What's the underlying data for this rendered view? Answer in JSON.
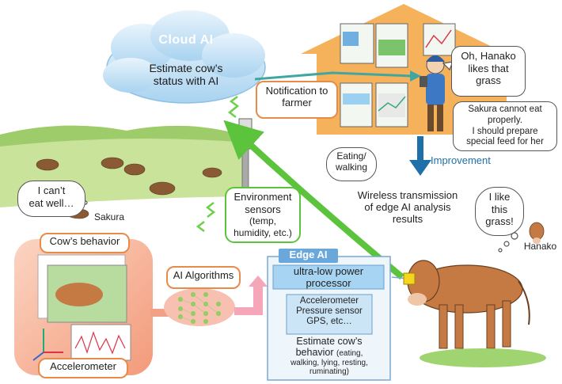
{
  "cloud": {
    "title": "Cloud AI",
    "line1": "Estimate cow’s",
    "line2": "status with AI"
  },
  "notification": {
    "line1": "Notification to",
    "line2": "farmer"
  },
  "farmer_speech": {
    "line1": "Oh, Hanako",
    "line2": "likes that",
    "line3": "grass"
  },
  "farmer_note": {
    "line1": "Sakura cannot eat",
    "line2": "properly.",
    "line3": "I should prepare",
    "line4": "special feed for her"
  },
  "improvement": "Improvement",
  "eating_walking": {
    "line1": "Eating/",
    "line2": "walking"
  },
  "wireless": {
    "line1": "Wireless transmission",
    "line2": "of edge AI analysis",
    "line3": "results"
  },
  "hanako_thought": {
    "line1": "I like",
    "line2": "this",
    "line3": "grass!"
  },
  "hanako_name": "Hanako",
  "sakura_thought": {
    "line1": "I can’t",
    "line2": "eat well…"
  },
  "sakura_name": "Sakura",
  "env_sensors": {
    "line1": "Environment",
    "line2": "sensors",
    "line3": "(temp,",
    "line4": "humidity, etc.)"
  },
  "cow_behavior": "Cow’s behavior",
  "accelerometer_label": "Accelerometer",
  "ai_algorithms": "AI Algorithms",
  "edge_ai": {
    "title": "Edge AI",
    "processor_line1": "ultra-low power",
    "processor_line2": "processor",
    "sensors_line1": "Accelerometer",
    "sensors_line2": "Pressure sensor",
    "sensors_line3": "GPS, etc…",
    "estimate_line1": "Estimate cow’s",
    "estimate_line2": "behavior",
    "estimate_line2b": "(eating,",
    "estimate_line3": "walking, lying, resting,",
    "estimate_line4": "ruminating)"
  },
  "colors": {
    "cloud": "#cfe6f7",
    "house": "#f6b15b",
    "arrow_green": "#5cc43c",
    "arrow_blue": "#1f6fa8",
    "edge_box": "#dcebf7",
    "processor": "#a6d4f2",
    "orange_border": "#e88a4a",
    "cow": "#c57a44"
  }
}
